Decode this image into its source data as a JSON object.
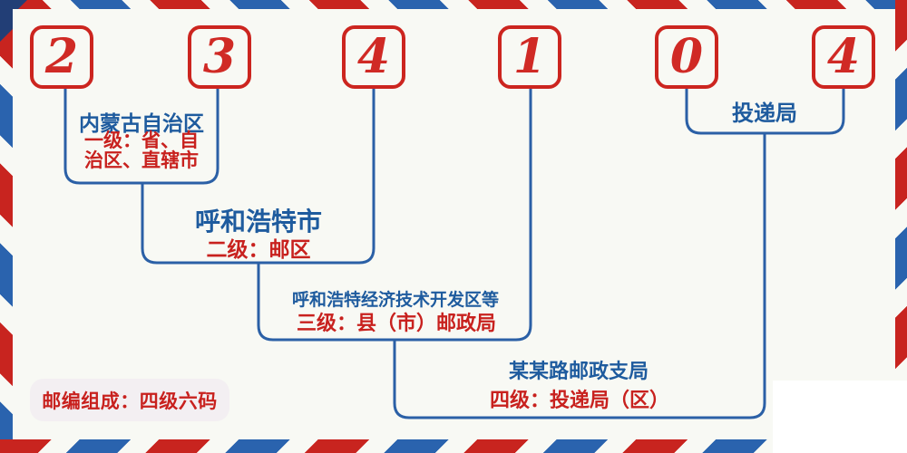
{
  "postal_code": {
    "digits": [
      "2",
      "3",
      "4",
      "1",
      "0",
      "4"
    ]
  },
  "labels": {
    "level1": {
      "title": "内蒙古自治区",
      "desc": "一级：省、自治区、直辖市"
    },
    "level2": {
      "title": "呼和浩特市",
      "desc": "二级：邮区"
    },
    "level3": {
      "title": "呼和浩特经济技术开发区等",
      "desc": "三级：县（市）邮政局"
    },
    "level4": {
      "title": "某某路邮政支局",
      "desc": "四级：投递局（区）"
    },
    "delivery": {
      "title": "投递局"
    }
  },
  "badge": {
    "text": "邮编组成：四级六码"
  },
  "colors": {
    "background": "#f8f9f4",
    "stripe_red": "#c8241f",
    "stripe_blue": "#2a63ae",
    "corner_navy": "#223e76",
    "digit_red": "#d02a25",
    "box_border_red": "#cc251f",
    "connector_blue": "#2b60a6",
    "text_blue": "#1e5b9e",
    "text_red": "#c8211e",
    "badge_background": "#f3eff2",
    "corner_patch_white": "#ffffff"
  }
}
